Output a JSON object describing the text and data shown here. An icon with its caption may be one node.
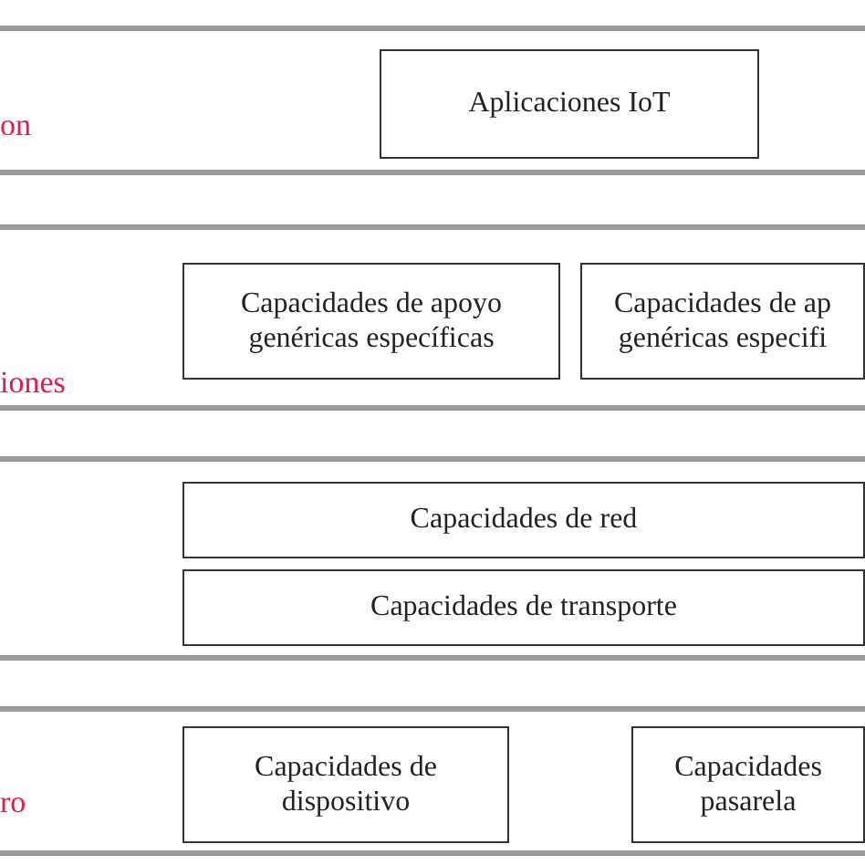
{
  "diagram": {
    "nodes": [
      {
        "text": [
          "on"
        ]
      },
      {
        "text": [
          "Aplicaciones IoT"
        ],
        "in": 0
      },
      {
        "text": [
          "iones"
        ]
      },
      {
        "text": [
          "Capacidades de apoyo genéricas específicas"
        ],
        "in": 2
      },
      {
        "text": [
          "Capacidades de ap genéricas especifi"
        ],
        "in": 2
      },
      {
        "text": [],
        "shape": "bar"
      },
      {
        "text": [
          "Capacidades de red"
        ],
        "in": 5
      },
      {
        "text": [
          "Capacidades de transporte"
        ],
        "in": 5
      },
      {
        "text": [
          "ro"
        ]
      },
      {
        "text": [
          "Capacidades de dispositivo"
        ],
        "in": 8
      },
      {
        "text": [
          "Capacidades pasarela"
        ],
        "in": 8
      }
    ]
  }
}
